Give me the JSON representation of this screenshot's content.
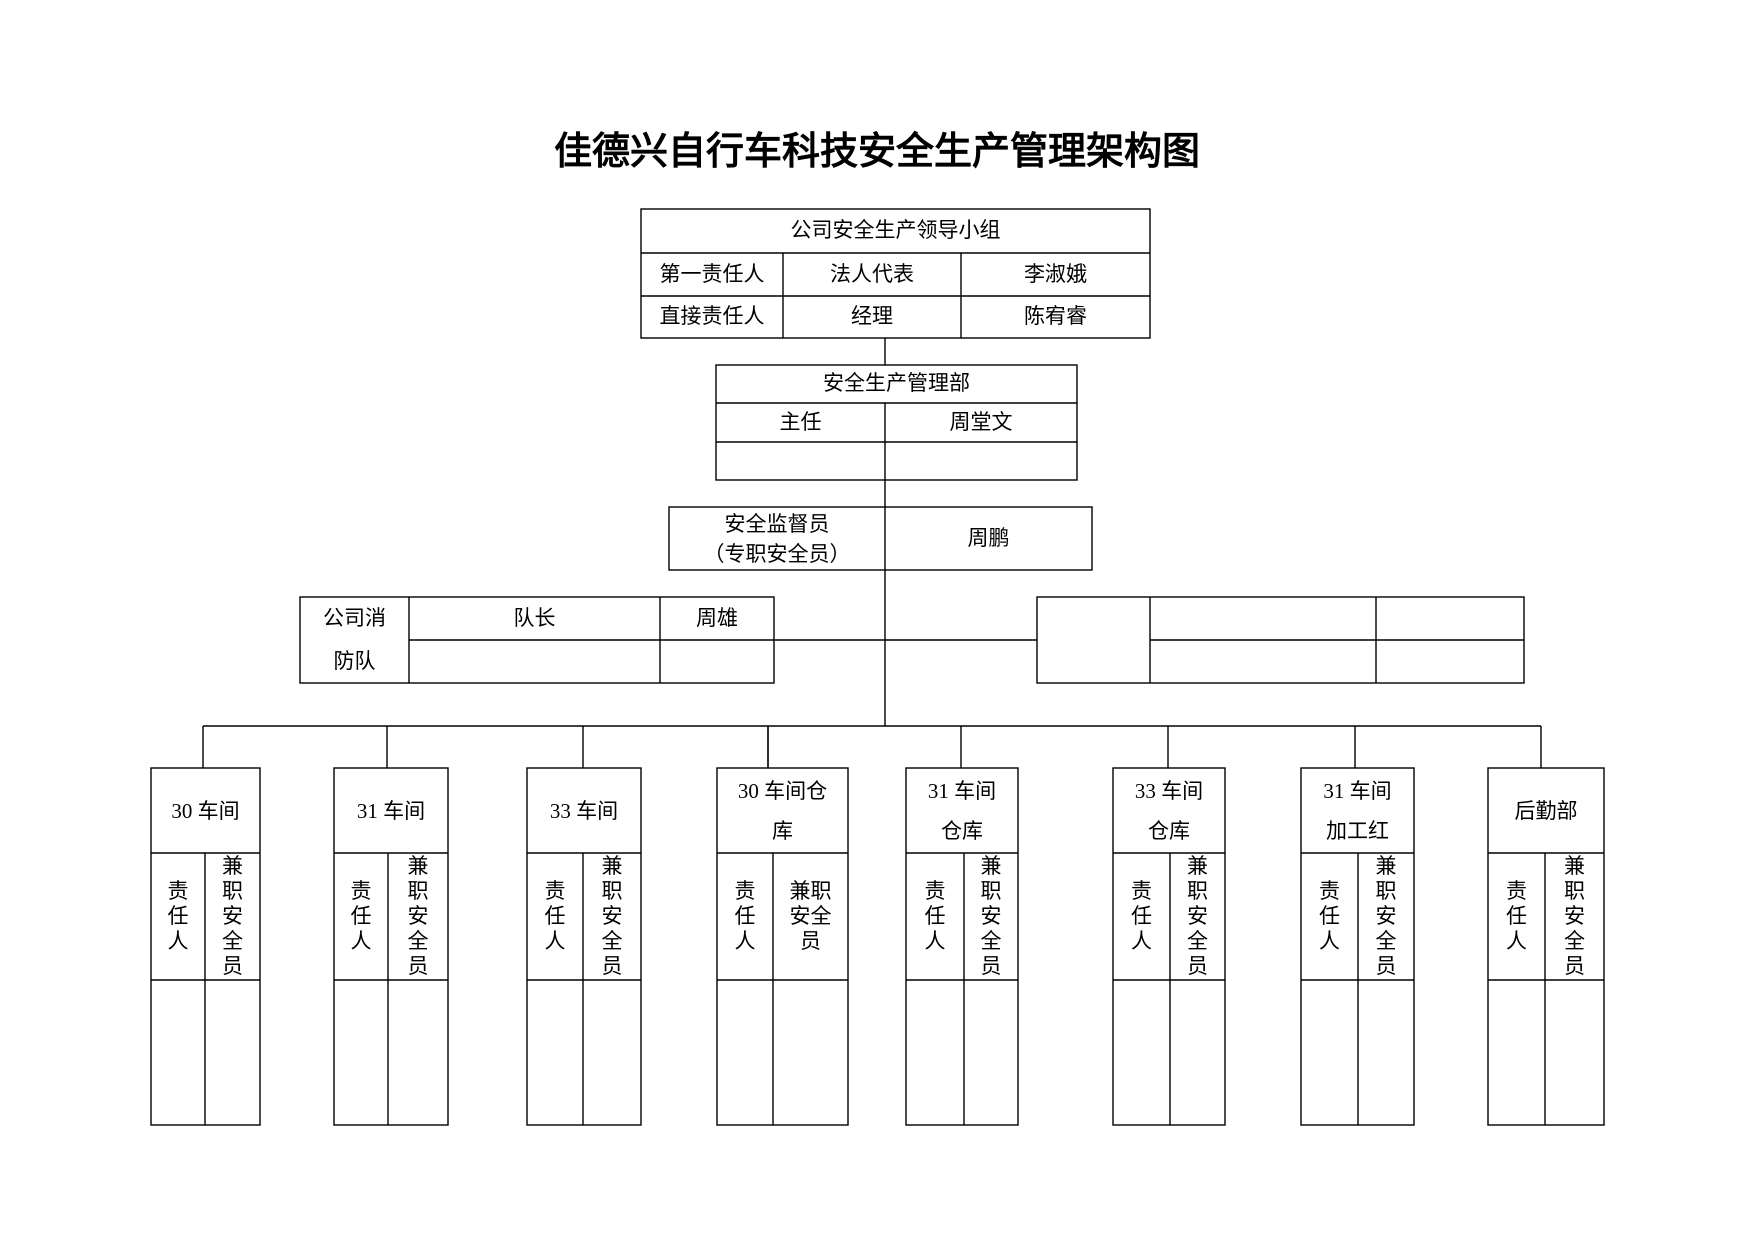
{
  "title": "佳德兴自行车科技安全生产管理架构图",
  "leadership_group": {
    "title": "公司安全生产领导小组",
    "rows": [
      [
        "第一责任人",
        "法人代表",
        "李淑娥"
      ],
      [
        "直接责任人",
        "经理",
        "陈宥睿"
      ]
    ]
  },
  "safety_dept": {
    "title": "安全生产管理部",
    "director_label": "主任",
    "director_name": "周堂文"
  },
  "supervisor": {
    "label_line1": "安全监督员",
    "label_line2": "（专职安全员）",
    "name": "周鹏"
  },
  "fire_brigade": {
    "name_lines": [
      "公司消",
      "防队"
    ],
    "captain_label": "队长",
    "captain_name": "周雄"
  },
  "units": [
    {
      "header_lines": [
        "30 车间"
      ],
      "responsible_label": "责任人",
      "safety_officer_label": "兼职安全员"
    },
    {
      "header_lines": [
        "31 车间"
      ],
      "responsible_label": "责任人",
      "safety_officer_label": "兼职安全员"
    },
    {
      "header_lines": [
        "33 车间"
      ],
      "responsible_label": "责任人",
      "safety_officer_label": "兼职安全员"
    },
    {
      "header_lines": [
        "30 车间仓",
        "库"
      ],
      "responsible_label": "责任人",
      "safety_officer_label": "兼职安全员"
    },
    {
      "header_lines": [
        "31 车间",
        "仓库"
      ],
      "responsible_label": "责任人",
      "safety_officer_label": "兼职安全员"
    },
    {
      "header_lines": [
        "33 车间",
        "仓库"
      ],
      "responsible_label": "责任人",
      "safety_officer_label": "兼职安全员"
    },
    {
      "header_lines": [
        "31 车间",
        "加工红"
      ],
      "responsible_label": "责任人",
      "safety_officer_label": "兼职安全员"
    },
    {
      "header_lines": [
        "后勤部"
      ],
      "responsible_label": "责任人",
      "safety_officer_label": "兼职安全员"
    }
  ]
}
